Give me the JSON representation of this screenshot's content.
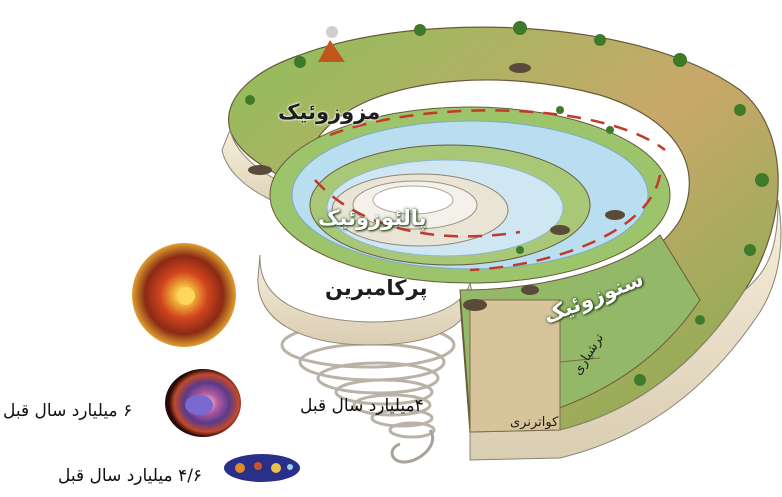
{
  "eras": {
    "mesozoic": "مزوزوئیک",
    "paleozoic": "پالئوزوئیک",
    "precambrian": "پرکامبرین",
    "cenozoic": "سنوزوئیک"
  },
  "periods": {
    "tertiary": "ترشیاری",
    "quaternary": "کواترنری"
  },
  "time_labels": {
    "four_billion": "۴میلیارد سال قبل",
    "six_billion": "۶ میلیارد سال قبل",
    "four_six_billion": "۴/۶ میلیارد سال قبل"
  }
}
